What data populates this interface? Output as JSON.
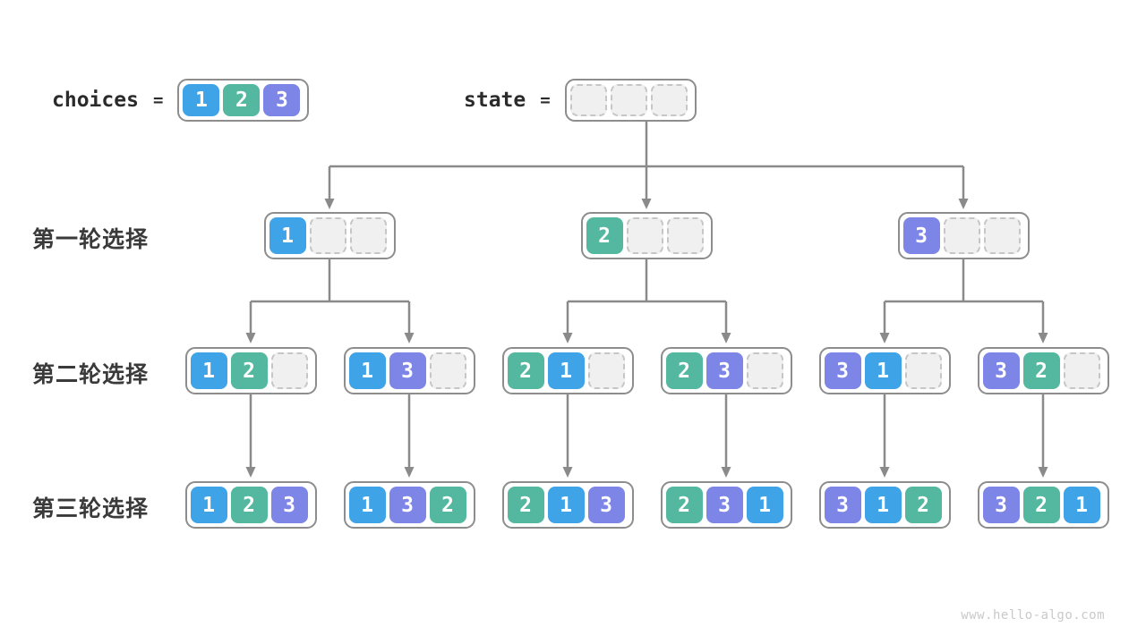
{
  "header": {
    "choices_label": "choices",
    "state_label": "state",
    "equals": "=",
    "choices_cells": [
      "1",
      "2",
      "3"
    ],
    "state_cells": [
      "",
      "",
      ""
    ]
  },
  "rows": [
    {
      "label": "第一轮选择",
      "nodes": [
        [
          "1",
          "",
          ""
        ],
        [
          "2",
          "",
          ""
        ],
        [
          "3",
          "",
          ""
        ]
      ]
    },
    {
      "label": "第二轮选择",
      "nodes": [
        [
          "1",
          "2",
          ""
        ],
        [
          "1",
          "3",
          ""
        ],
        [
          "2",
          "1",
          ""
        ],
        [
          "2",
          "3",
          ""
        ],
        [
          "3",
          "1",
          ""
        ],
        [
          "3",
          "2",
          ""
        ]
      ]
    },
    {
      "label": "第三轮选择",
      "nodes": [
        [
          "1",
          "2",
          "3"
        ],
        [
          "1",
          "3",
          "2"
        ],
        [
          "2",
          "1",
          "3"
        ],
        [
          "2",
          "3",
          "1"
        ],
        [
          "3",
          "1",
          "2"
        ],
        [
          "3",
          "2",
          "1"
        ]
      ]
    }
  ],
  "colors": {
    "1": "#3fa3e8",
    "2": "#54b8a1",
    "3": "#7d85e6",
    "empty_fill": "#f0f0f0",
    "empty_dash": "#c6c6c6",
    "connector": "#8a8a8a",
    "box_border": "#8d8d8d"
  },
  "watermark": "www.hello-algo.com"
}
